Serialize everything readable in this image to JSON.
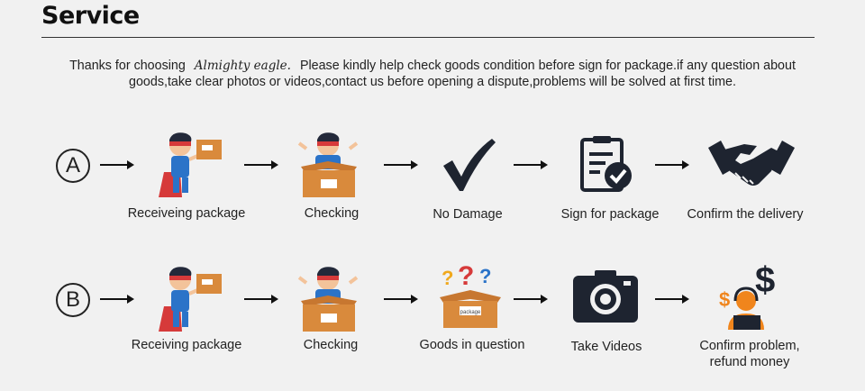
{
  "header": {
    "title": "Service"
  },
  "intro": {
    "before": "Thanks for choosing",
    "brand": "Almighty eagle.",
    "after": "Please kindly help check goods condition before sign for package.if any question about goods,take clear photos or videos,contact us before opening a dispute,problems will be solved at first time."
  },
  "row_a": {
    "letter": "A",
    "steps": [
      "Receiveing package",
      "Checking",
      "No Damage",
      "Sign for package",
      "Confirm the delivery"
    ]
  },
  "row_b": {
    "letter": "B",
    "steps": [
      "Receiving package",
      "Checking",
      "Goods in question",
      "Take Videos",
      "Confirm problem,",
      "refund money"
    ],
    "box_text": "package"
  },
  "icon_names": [
    "courier-holding-box",
    "courier-in-box",
    "checkmark",
    "clipboard-check",
    "handshake",
    "question-box",
    "camera",
    "support-agent-money"
  ],
  "colors": {
    "cape": "#d63a3a",
    "body": "#2b73c8",
    "box": "#d98a3c",
    "dark": "#1e2430",
    "accent": "#f0851c"
  }
}
